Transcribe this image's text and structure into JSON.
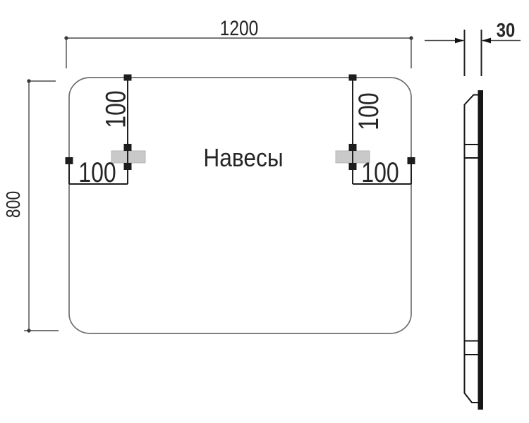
{
  "front_view": {
    "label": "Навесы",
    "width_dim": "1200",
    "height_dim": "800",
    "hangers": {
      "left": {
        "offset_top": "100",
        "offset_side": "100"
      },
      "right": {
        "offset_top": "100",
        "offset_side": "100"
      }
    }
  },
  "side_view": {
    "thickness_dim": "30"
  },
  "colors": {
    "background": "#ffffff",
    "outline": "#6f6f6f",
    "dimension_line": "#4a4a4a",
    "marker_black": "#1d1d1d",
    "hanger_fill": "#c9c9c9",
    "glass_edge": "#161616",
    "text": "#262626"
  }
}
